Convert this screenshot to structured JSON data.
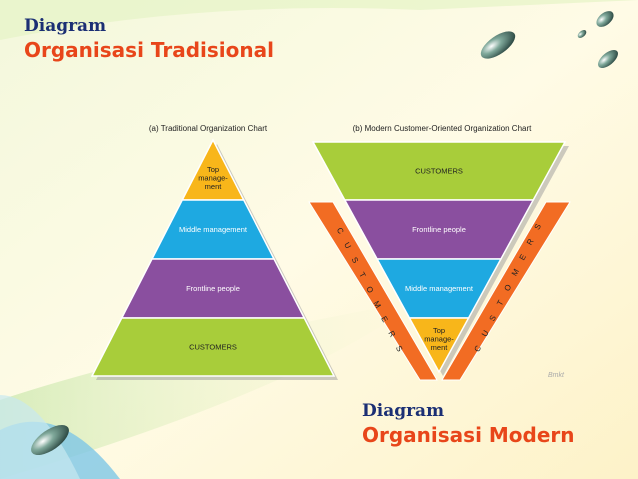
{
  "header": {
    "line1": "Diagram",
    "line2": "Organisasi Tradisional"
  },
  "footer": {
    "line1": "Diagram",
    "line2": "Organisasi Modern"
  },
  "traditional": {
    "caption": "(a) Traditional Organization Chart",
    "levels": [
      {
        "label_lines": [
          "Top",
          "manage-",
          "ment"
        ],
        "color": "#f8b61a"
      },
      {
        "label_lines": [
          "Middle management"
        ],
        "color": "#1ea9e1"
      },
      {
        "label_lines": [
          "Frontline people"
        ],
        "color": "#8a4f9f"
      },
      {
        "label_lines": [
          "CUSTOMERS"
        ],
        "color": "#a8cd3a"
      }
    ]
  },
  "modern": {
    "caption": "(b) Modern Customer-Oriented Organization Chart",
    "levels": [
      {
        "label_lines": [
          "CUSTOMERS"
        ],
        "color": "#a8cd3a"
      },
      {
        "label_lines": [
          "Frontline people"
        ],
        "color": "#8a4f9f"
      },
      {
        "label_lines": [
          "Middle management"
        ],
        "color": "#1ea9e1"
      },
      {
        "label_lines": [
          "Top",
          "manage-",
          "ment"
        ],
        "color": "#f8b61a"
      }
    ],
    "side_label_left": [
      "C",
      "U",
      "S",
      "T",
      "O",
      "M",
      "E",
      "R",
      "S"
    ],
    "side_label_right": [
      "C",
      "U",
      "S",
      "T",
      "O",
      "M",
      "E",
      "R",
      "S"
    ],
    "side_color": "#f26c23"
  },
  "watermark": "Bmkt"
}
